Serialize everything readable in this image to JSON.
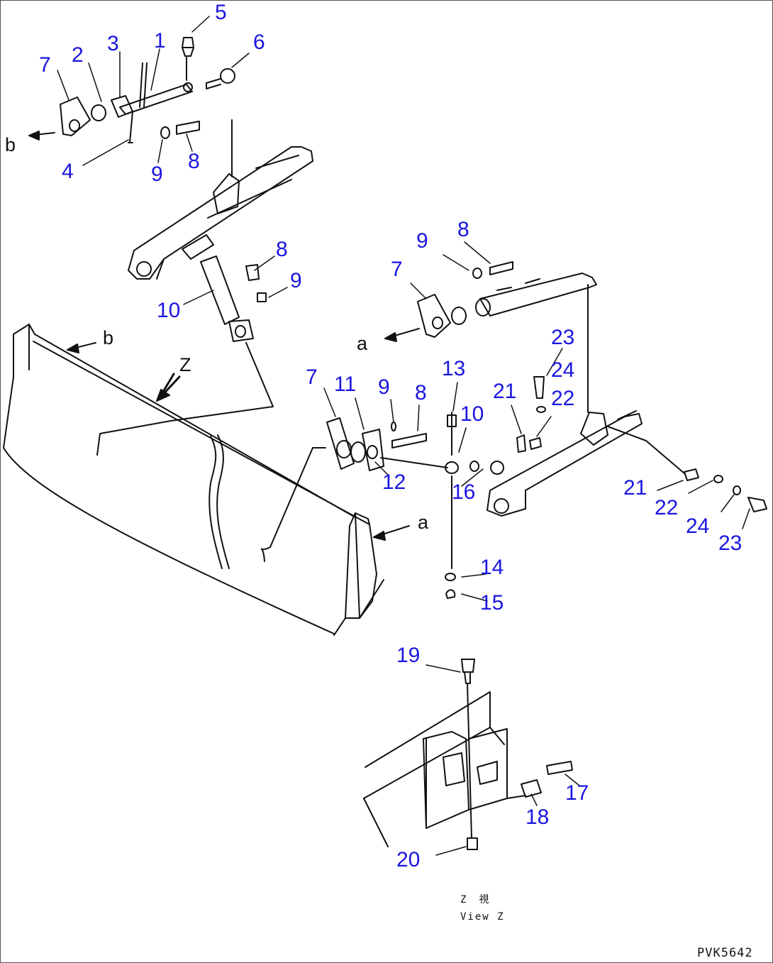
{
  "colors": {
    "callout": "#1a16e0",
    "line": "#111111",
    "background": "#ffffff"
  },
  "view_label_jp": "Z　視",
  "view_label_en": "View Z",
  "drawing_code": "PVK5642",
  "view_marker": "Z",
  "ref_a": "a",
  "ref_b": "b",
  "callouts": [
    "1",
    "2",
    "3",
    "4",
    "5",
    "6",
    "7",
    "8",
    "9",
    "10",
    "11",
    "12",
    "13",
    "14",
    "15",
    "16",
    "17",
    "18",
    "19",
    "20",
    "21",
    "22",
    "23",
    "24"
  ]
}
